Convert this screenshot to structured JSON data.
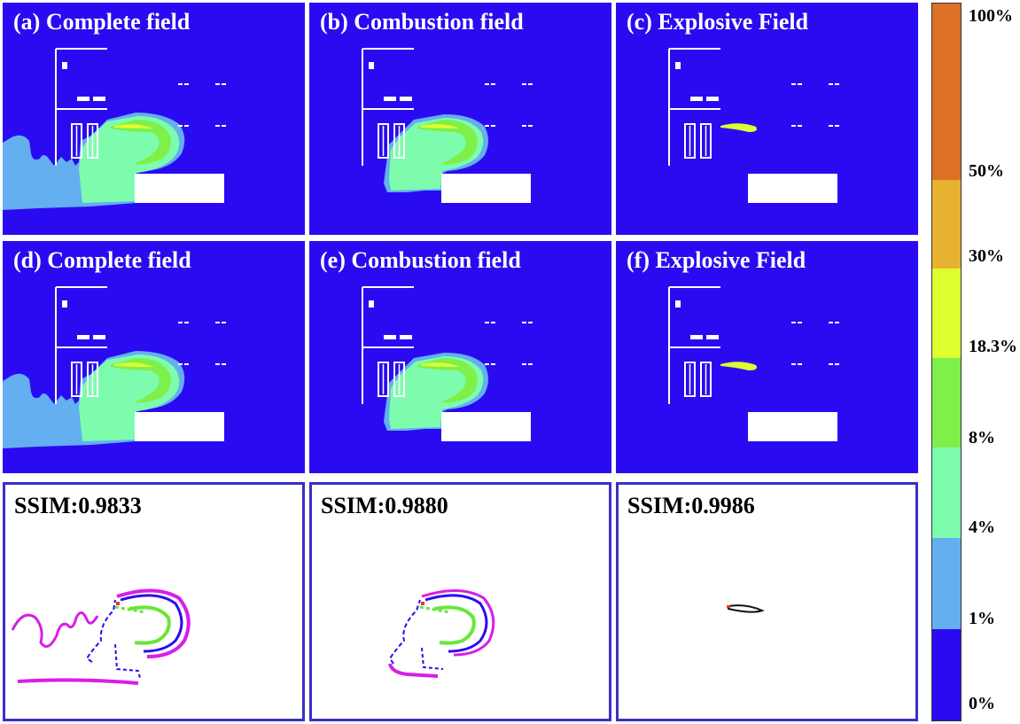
{
  "panels": [
    {
      "id": "a",
      "kind": "field",
      "title": "(a) Complete field",
      "plume": "complete"
    },
    {
      "id": "b",
      "kind": "field",
      "title": "(b) Combustion field",
      "plume": "combustion"
    },
    {
      "id": "c",
      "kind": "field",
      "title": "(c) Explosive Field",
      "plume": "explosive"
    },
    {
      "id": "d",
      "kind": "field",
      "title": "(d) Complete field",
      "plume": "complete"
    },
    {
      "id": "e",
      "kind": "field",
      "title": "(e) Combustion field",
      "plume": "combustion"
    },
    {
      "id": "f",
      "kind": "field",
      "title": "(f) Explosive Field",
      "plume": "explosive"
    },
    {
      "id": "g",
      "kind": "diff",
      "title": "SSIM:0.9833",
      "ssim": 0.9833,
      "plume": "complete"
    },
    {
      "id": "h",
      "kind": "diff",
      "title": "SSIM:0.9880",
      "ssim": 0.988,
      "plume": "combustion"
    },
    {
      "id": "i",
      "kind": "diff",
      "title": "SSIM:0.9986",
      "ssim": 0.9986,
      "plume": "explosive"
    }
  ],
  "colorbar": {
    "bands": [
      {
        "color": "#dc7126",
        "label": "100%"
      },
      {
        "color": "#e7b22f",
        "label": "50%"
      },
      {
        "color": "#ddff30",
        "label": "30%"
      },
      {
        "color": "#7fef4a",
        "label": "18.3%"
      },
      {
        "color": "#7dfcae",
        "label": "8%"
      },
      {
        "color": "#64aff0",
        "label": "4%"
      },
      {
        "color": "#2a0bf1",
        "label": "1%"
      }
    ],
    "bottom_label": "0%"
  },
  "colors": {
    "background": "#2a0bf1",
    "structure": "#ffffff",
    "level_1pct": "#64aff0",
    "level_4pct": "#7dfcae",
    "level_18pct": "#7fef4a",
    "level_30pct": "#ddff30",
    "diff_magenta": "#d81ee6",
    "diff_blue": "#2a0bf1",
    "diff_green": "#69e63a",
    "diff_black": "#111111"
  }
}
